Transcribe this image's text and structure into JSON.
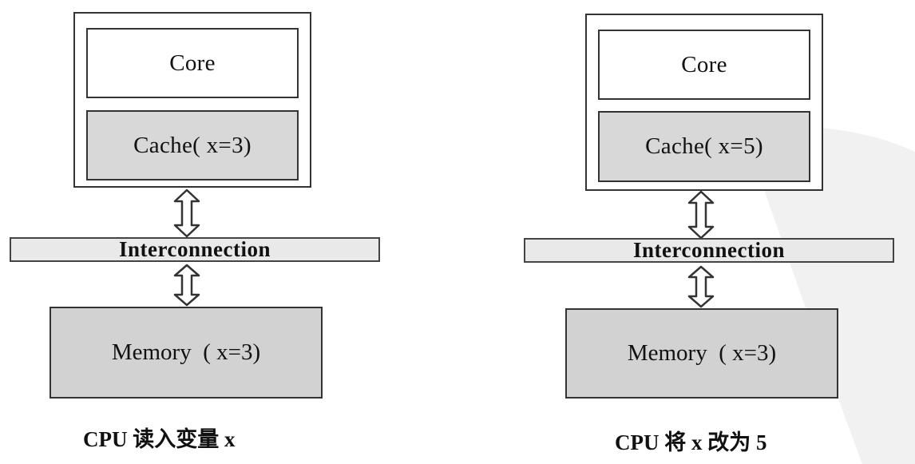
{
  "panels": [
    {
      "core": "Core",
      "cache": "Cache( x=3)",
      "bus": "Interconnection",
      "memory": "Memory  ( x=3)",
      "caption": "CPU 读入变量 x"
    },
    {
      "core": "Core",
      "cache": "Cache( x=5)",
      "bus": "Interconnection",
      "memory": "Memory  ( x=3)",
      "caption": "CPU 将 x 改为 5"
    }
  ],
  "colors": {
    "line": "#333333",
    "cache_fill": "#d8d8d8",
    "memory_fill": "#d2d2d2",
    "bus_fill": "#e9e9e9"
  }
}
